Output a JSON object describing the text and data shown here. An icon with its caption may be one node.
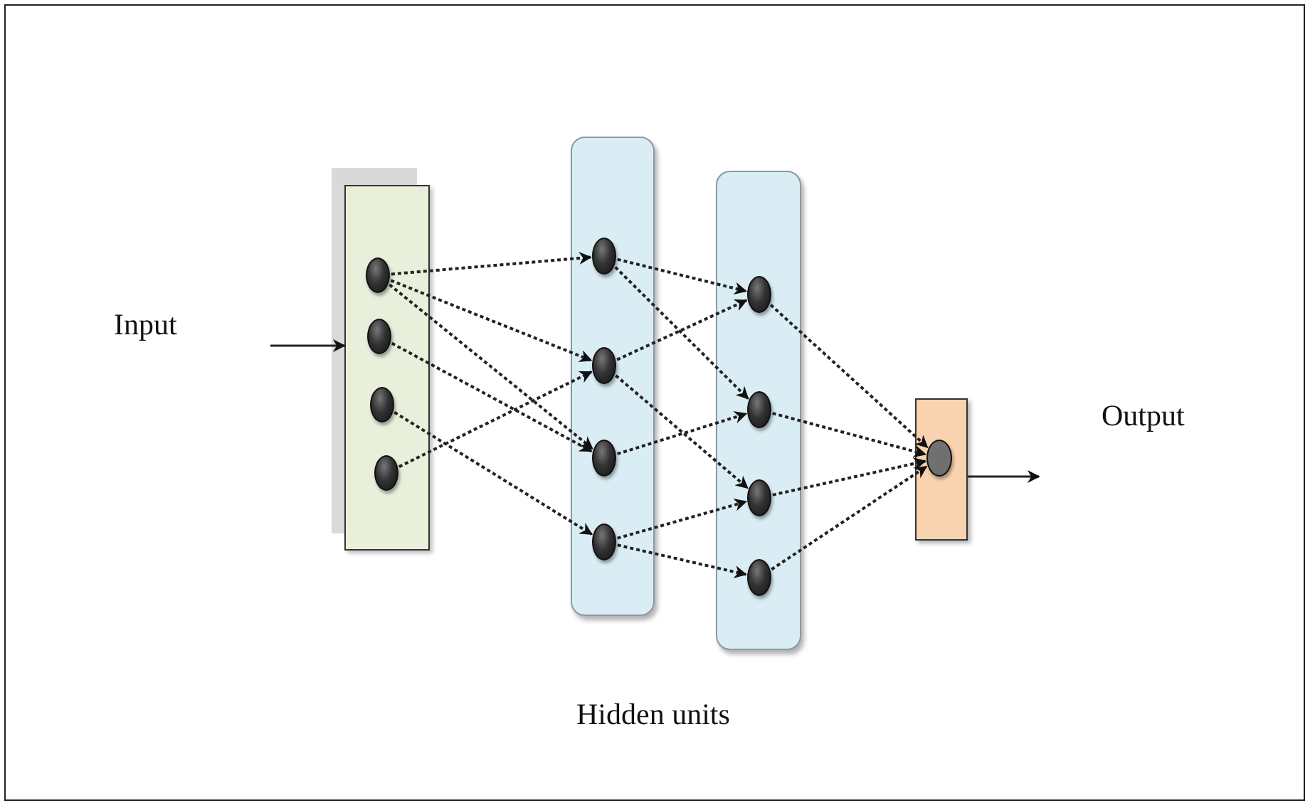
{
  "diagram": {
    "nodes": [
      {
        "text": [],
        "shape": "box"
      },
      {
        "text": [],
        "shape": "circle",
        "in": 0
      },
      {
        "text": [],
        "shape": "circle",
        "in": 0
      },
      {
        "text": [],
        "shape": "circle",
        "in": 0
      },
      {
        "text": [],
        "shape": "circle",
        "in": 0
      },
      {
        "text": [],
        "shape": "box"
      },
      {
        "text": [],
        "shape": "circle",
        "in": 5
      },
      {
        "text": [],
        "shape": "circle",
        "in": 5
      },
      {
        "text": [],
        "shape": "circle",
        "in": 5
      },
      {
        "text": [],
        "shape": "circle",
        "in": 5
      },
      {
        "text": [],
        "shape": "box"
      },
      {
        "text": [],
        "shape": "circle",
        "in": 10
      },
      {
        "text": [],
        "shape": "circle",
        "in": 10
      },
      {
        "text": [],
        "shape": "circle",
        "in": 10
      },
      {
        "text": [],
        "shape": "circle",
        "in": 10
      },
      {
        "text": [],
        "shape": "box"
      },
      {
        "text": [],
        "shape": "circle",
        "in": 15
      }
    ],
    "edges": [
      {
        "from": null,
        "to": 0,
        "arrow": "to"
      },
      {
        "from": 1,
        "to": 6,
        "arrow": "to",
        "style": "dashed"
      },
      {
        "from": 1,
        "to": 7,
        "arrow": "to",
        "style": "dashed"
      },
      {
        "from": 1,
        "to": 8,
        "arrow": "to",
        "style": "dashed"
      },
      {
        "from": 2,
        "to": 8,
        "arrow": "to",
        "style": "dashed"
      },
      {
        "from": 3,
        "to": 9,
        "arrow": "to",
        "style": "dashed"
      },
      {
        "from": 4,
        "to": 7,
        "arrow": "to",
        "style": "dashed"
      },
      {
        "from": 6,
        "to": 11,
        "arrow": "to",
        "style": "dashed"
      },
      {
        "from": 6,
        "to": 12,
        "arrow": "to",
        "style": "dashed"
      },
      {
        "from": 7,
        "to": 11,
        "arrow": "to",
        "style": "dashed"
      },
      {
        "from": 7,
        "to": 13,
        "arrow": "to",
        "style": "dashed"
      },
      {
        "from": 8,
        "to": 12,
        "arrow": "to",
        "style": "dashed"
      },
      {
        "from": 9,
        "to": 13,
        "arrow": "to",
        "style": "dashed"
      },
      {
        "from": 9,
        "to": 14,
        "arrow": "to",
        "style": "dashed"
      },
      {
        "from": 11,
        "to": 16,
        "arrow": "to",
        "style": "dashed"
      },
      {
        "from": 12,
        "to": 16,
        "arrow": "to",
        "style": "dashed"
      },
      {
        "from": 13,
        "to": 16,
        "arrow": "to",
        "style": "dashed"
      },
      {
        "from": 14,
        "to": 16,
        "arrow": "to",
        "style": "dashed"
      },
      {
        "from": 15,
        "to": null,
        "arrow": "to"
      }
    ],
    "labels": [
      "Input",
      "Output",
      "Hidden units"
    ]
  }
}
